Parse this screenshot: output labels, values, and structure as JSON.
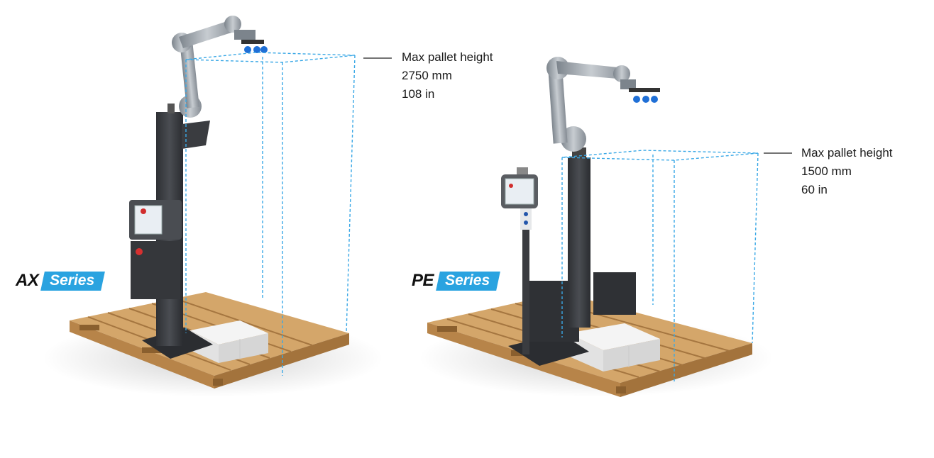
{
  "annotations": {
    "ax": {
      "title": "Max pallet height",
      "metric": "2750 mm",
      "imperial": "108 in"
    },
    "pe": {
      "title": "Max pallet height",
      "metric": "1500 mm",
      "imperial": "60 in"
    }
  },
  "badges": {
    "ax": {
      "code": "AX",
      "series": "Series"
    },
    "pe": {
      "code": "PE",
      "series": "Series"
    }
  },
  "colors": {
    "accent": "#2aa3e0",
    "dashed_envelope": "#3aa8e6",
    "pallet_wood": "#c99a5e",
    "column_dark": "#3c3e42",
    "robot_arm": "#9ea5ad",
    "gripper_blue": "#1f6fd6"
  }
}
